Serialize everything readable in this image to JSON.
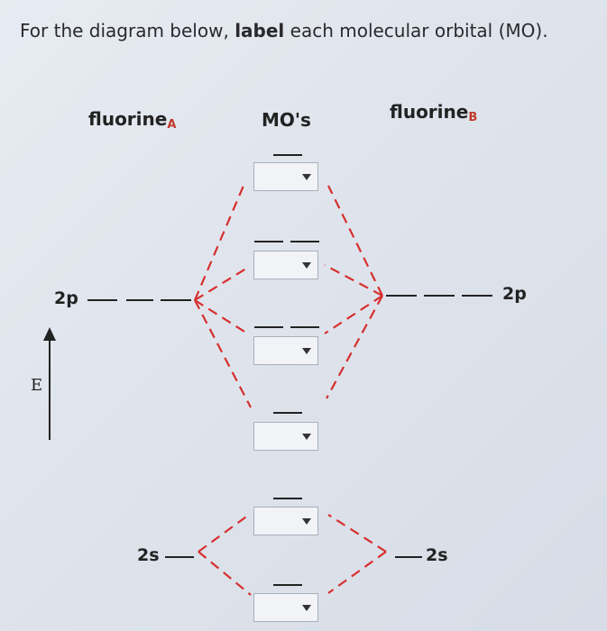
{
  "question": {
    "prefix": "For the diagram below, ",
    "bold": "label",
    "suffix": " each molecular orbital (MO)."
  },
  "columns": {
    "left": {
      "name": "fluorine",
      "subscript": "A"
    },
    "center": {
      "name": "MO's"
    },
    "right": {
      "name": "fluorine",
      "subscript": "B"
    }
  },
  "levels": {
    "left_2p": "2p",
    "left_2s": "2s",
    "right_2p": "2p",
    "right_2s": "2s"
  },
  "energy_axis": {
    "label": "E"
  },
  "mo_dropdowns": [
    {
      "selected": ""
    },
    {
      "selected": ""
    },
    {
      "selected": ""
    },
    {
      "selected": ""
    },
    {
      "selected": ""
    },
    {
      "selected": ""
    }
  ],
  "colors": {
    "correlation_line": "#d62f2f",
    "level_line": "#222222",
    "subscript": "#c0392b",
    "background": "#e3e7ee"
  }
}
